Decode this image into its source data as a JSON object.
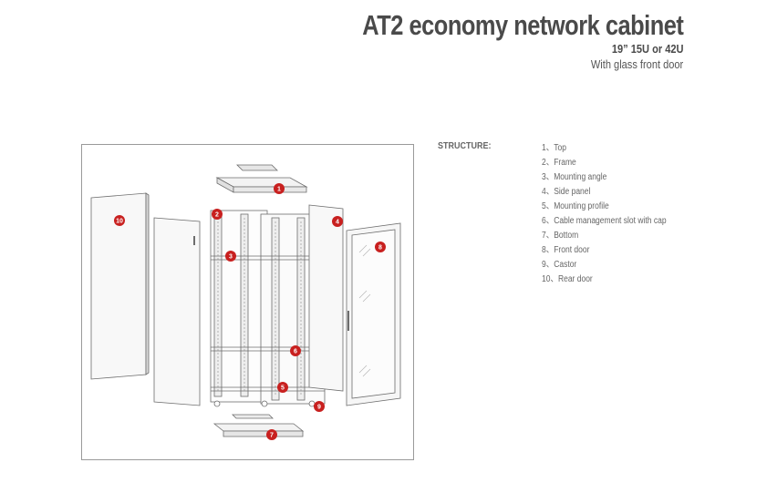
{
  "header": {
    "title": "AT2 economy network cabinet",
    "size_line": "19” 15U or 42U",
    "door_line": "With glass front door"
  },
  "structure": {
    "label": "STRUCTURE:",
    "items": [
      "1、Top",
      "2、Frame",
      "3、Mounting angle",
      "4、Side panel",
      "5、Mounting profile",
      "6、Cable management slot with cap",
      "7、Bottom",
      "8、Front door",
      "9、Castor",
      "10、Rear door"
    ]
  },
  "diagram": {
    "callouts": [
      "1",
      "2",
      "3",
      "4",
      "5",
      "6",
      "7",
      "8",
      "9",
      "10"
    ],
    "callout_color": "#c8201f"
  }
}
